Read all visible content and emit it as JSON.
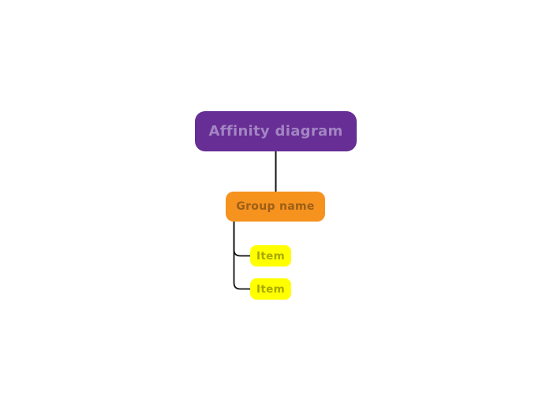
{
  "canvas": {
    "background_color": "#ffffff"
  },
  "diagram": {
    "root": {
      "label": "Affinity diagram",
      "bg_color": "#672e95",
      "text_color": "#a385c3"
    },
    "group": {
      "label": "Group name",
      "bg_color": "#f6921e",
      "text_color": "#9d5f18"
    },
    "items": [
      {
        "label": "Item"
      },
      {
        "label": "Item"
      }
    ],
    "item_style": {
      "bg_color": "#ffff00",
      "text_color": "#a8a800"
    },
    "connector_color": "#111111"
  }
}
